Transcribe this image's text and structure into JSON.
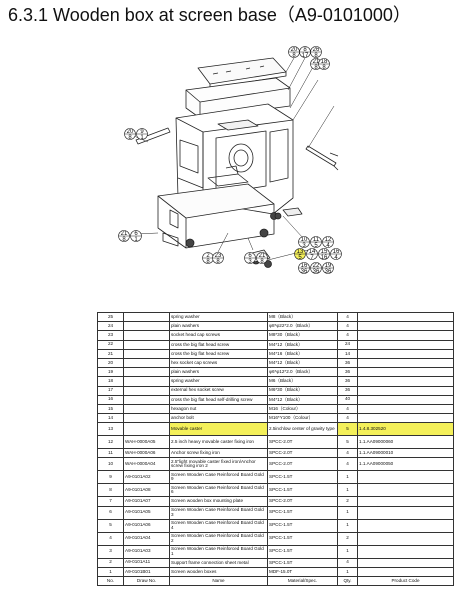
{
  "title": "6.3.1 Wooden box at screen base（A9-0101000）",
  "callouts": {
    "top_right": [
      {
        "top": "20",
        "bottom": "8"
      },
      {
        "top": "8",
        "bottom": "17"
      },
      {
        "top": "26",
        "bottom": "8"
      },
      {
        "top": "21",
        "bottom": "8"
      },
      {
        "top": "18",
        "bottom": "8"
      }
    ],
    "left": [
      {
        "top": "20",
        "bottom": "8"
      },
      {
        "top": "9",
        "bottom": "1"
      }
    ],
    "lower_left": [
      {
        "top": "21",
        "bottom": "8"
      },
      {
        "top": "6",
        "bottom": "1"
      }
    ],
    "lower_mid": [
      {
        "top": "2",
        "bottom": "8"
      },
      {
        "top": "23",
        "bottom": "8"
      },
      {
        "top": "6",
        "bottom": "3"
      },
      {
        "top": "21",
        "bottom": "8"
      }
    ],
    "right_row1": [
      {
        "top": "10",
        "bottom": "3"
      },
      {
        "top": "11",
        "bottom": "5"
      },
      {
        "top": "12",
        "bottom": "4"
      }
    ],
    "right_row2": [
      {
        "top": "13",
        "bottom": "5"
      },
      {
        "top": "14",
        "bottom": "7"
      },
      {
        "top": "15",
        "bottom": "16"
      },
      {
        "top": "16",
        "bottom": "4"
      }
    ],
    "right_row3": [
      {
        "top": "16",
        "bottom": "36"
      },
      {
        "top": "22",
        "bottom": "36"
      },
      {
        "top": "19",
        "bottom": "36"
      }
    ]
  },
  "table": {
    "header": [
      "No.",
      "Draw No.",
      "Name",
      "Material/Spec.",
      "Qty.",
      "Product Code"
    ],
    "rows": [
      {
        "no": "25",
        "draw": "",
        "name": "spring washer",
        "spec": "M8（Black）",
        "qty": "4",
        "code": ""
      },
      {
        "no": "24",
        "draw": "",
        "name": "plain washers",
        "spec": "φ8*φ22*2.0（Black）",
        "qty": "4",
        "code": ""
      },
      {
        "no": "23",
        "draw": "",
        "name": "socket head cap screws",
        "spec": "M8*30（Black）",
        "qty": "4",
        "code": ""
      },
      {
        "no": "22",
        "draw": "",
        "name": "cross the big flat head screw",
        "spec": "M4*12（Black）",
        "qty": "24",
        "code": ""
      },
      {
        "no": "21",
        "draw": "",
        "name": "cross the big flat head screw",
        "spec": "M4*16（Black）",
        "qty": "14",
        "code": ""
      },
      {
        "no": "20",
        "draw": "",
        "name": "hex socket cap screws",
        "spec": "M4*12（Black）",
        "qty": "36",
        "code": ""
      },
      {
        "no": "19",
        "draw": "",
        "name": "plain washers",
        "spec": "φ6*φ12*2.0（Black）",
        "qty": "36",
        "code": ""
      },
      {
        "no": "18",
        "draw": "",
        "name": "spring washer",
        "spec": "M6（Black）",
        "qty": "36",
        "code": ""
      },
      {
        "no": "17",
        "draw": "",
        "name": "external hex socket screw",
        "spec": "M6*30（Black）",
        "qty": "36",
        "code": ""
      },
      {
        "no": "16",
        "draw": "",
        "name": "cross the big flat head self-drilling screw",
        "spec": "M4*12（Black）",
        "qty": "40",
        "code": ""
      },
      {
        "no": "15",
        "draw": "",
        "name": "hexagon nut",
        "spec": "M16（Colour）",
        "qty": "4",
        "code": ""
      },
      {
        "no": "14",
        "draw": "",
        "name": "anchor bolt",
        "spec": "M16*Y100（Colour）",
        "qty": "4",
        "code": ""
      },
      {
        "no": "13",
        "draw": "",
        "name": "Movable caster",
        "spec": "2.5inchlow center of gravity type",
        "qty": "5",
        "code": "1.4.8.302520"
      },
      {
        "no": "12",
        "draw": "WAH-0000A05",
        "name": "2.5 inch heavy movable caster fixing iron",
        "spec": "SPCC-2.0T",
        "qty": "5",
        "code": "1.1.AA09000060"
      },
      {
        "no": "11",
        "draw": "WAH-0000A06",
        "name": "Anchor screw fixing iron",
        "spec": "SPCC-2.0T",
        "qty": "4",
        "code": "1.1.AA09000010"
      },
      {
        "no": "10",
        "draw": "WAH-0000A04",
        "name": "2.5\"light movable caster fixed iron/Anchor screw fixing iron 2",
        "spec": "SPCC-2.0T",
        "qty": "4",
        "code": "1.1.AA09000050"
      },
      {
        "no": "9",
        "draw": "A9-0101A02",
        "name": "Screen Wooden Case Reinforced Board Gold 9",
        "spec": "SPCC-1.5T",
        "qty": "1",
        "code": ""
      },
      {
        "no": "8",
        "draw": "A9-0101A08",
        "name": "Screen Wooden Case Reinforced Board Gold 6",
        "spec": "SPCC-1.5T",
        "qty": "1",
        "code": ""
      },
      {
        "no": "7",
        "draw": "A9-0101A07",
        "name": "Screen wooden box mounting plate",
        "spec": "SPCC-2.0T",
        "qty": "2",
        "code": ""
      },
      {
        "no": "6",
        "draw": "A9-0101A05",
        "name": "Screen Wooden Case Reinforced Board Gold 3",
        "spec": "SPCC-1.5T",
        "qty": "1",
        "code": ""
      },
      {
        "no": "5",
        "draw": "A9-0101A06",
        "name": "Screen Wooden Case Reinforced Board Gold 4",
        "spec": "SPCC-1.5T",
        "qty": "1",
        "code": ""
      },
      {
        "no": "4",
        "draw": "A9-0101A04",
        "name": "Screen Wooden Case Reinforced Board Gold 2",
        "spec": "SPCC-1.5T",
        "qty": "2",
        "code": ""
      },
      {
        "no": "3",
        "draw": "A9-0101A03",
        "name": "Screen Wooden Case Reinforced Board Gold 1",
        "spec": "SPCC-1.5T",
        "qty": "1",
        "code": ""
      },
      {
        "no": "2",
        "draw": "A9-0101A11",
        "name": "Support frame connection sheet metal",
        "spec": "SPCC-1.5T",
        "qty": "4",
        "code": ""
      },
      {
        "no": "1",
        "draw": "A9-0101B01",
        "name": "Screen wooden boxes",
        "spec": "MDF-15.0T",
        "qty": "1",
        "code": ""
      }
    ],
    "highlight": "#f4f05a"
  }
}
